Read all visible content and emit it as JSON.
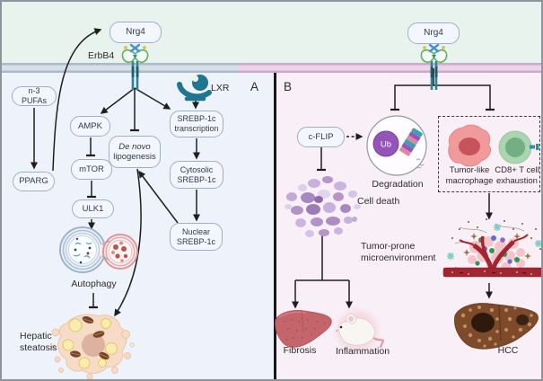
{
  "figure": {
    "panel_a": {
      "label": "A",
      "nrg4_label": "Nrg4",
      "erbb4_label": "ErbB4",
      "n3_pufas_label": "n-3 PUFAs",
      "pparg_label": "PPARG",
      "ampk_label": "AMPK",
      "mtor_label": "mTOR",
      "ulk1_label": "ULK1",
      "de_novo_label": "De novo",
      "lipogenesis_label": "lipogenesis",
      "srebp1c_transcription_label": "SREBP-1c transcription",
      "cytosolic_srebp1c_label": "Cytosolic SREBP-1c",
      "nuclear_srebp1c_label": "Nuclear SREBP-1c",
      "lxr_label": "LXR",
      "autophagy_label": "Autophagy",
      "hepatic_steatosis_label": "Hepatic steatosis"
    },
    "panel_b": {
      "label": "B",
      "nrg4_label": "Nrg4",
      "cflip_label": "c-FLIP",
      "ub_label": "Ub",
      "degradation_label": "Degradation",
      "cell_death_label": "Cell death",
      "tumor_macrophage_label": "Tumor-like macrophage",
      "cd8_exhaustion_label": "CD8+ T cell exhaustion",
      "tumor_microenvironment_label": "Tumor-prone microenvironment",
      "fibrosis_label": "Fibrosis",
      "inflammation_label": "Inflammation",
      "hcc_label": "HCC"
    },
    "colors": {
      "extracellular_bg": "#e9f3ee",
      "panel_a_bg": "#eef2fa",
      "panel_b_bg": "#f9eff6",
      "membrane_a": "#a9bac9",
      "membrane_b": "#cda7cc",
      "node_fill": "#f3f6fd",
      "node_border": "#9fafca",
      "arrow": "#1f1f1f",
      "lxr_icon": "#20758f",
      "receptor_teal": "#2e8295",
      "ub_circle": "#9455b8",
      "macrophage_pink": "#f19a9c",
      "t_cell_green": "#abd4b1",
      "cell_death_purple": "#b695ca",
      "vessel_red": "#a22532",
      "steatosis_peach": "#f6dcc6",
      "hcc_brown": "#7d4a2c",
      "fibrosis_liver": "#c4646b"
    }
  }
}
